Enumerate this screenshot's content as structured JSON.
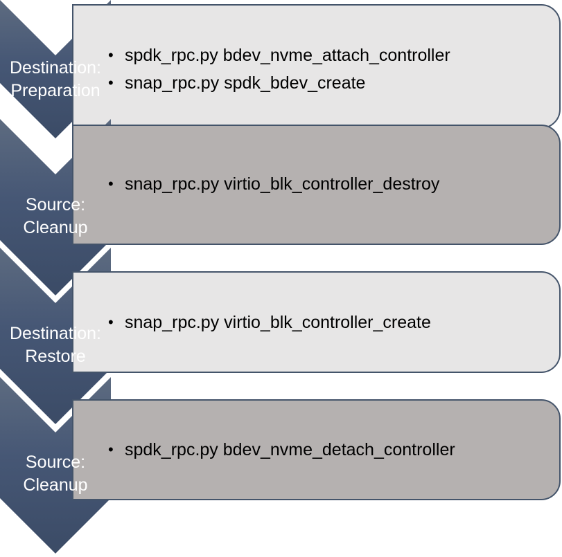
{
  "colors": {
    "chevron_top": "#5d6b80",
    "chevron_bottom": "#3b4b66",
    "box_border": "#44546a",
    "box_light": "#e7e6e6",
    "box_dark": "#b5b1b0",
    "label_text": "#ffffff"
  },
  "steps": [
    {
      "label_line1": "Destination:",
      "label_line2": "Preparation",
      "style": "light",
      "commands": [
        "spdk_rpc.py bdev_nvme_attach_controller",
        "snap_rpc.py spdk_bdev_create"
      ]
    },
    {
      "label_line1": "Source:",
      "label_line2": "Cleanup",
      "style": "dark",
      "commands": [
        "snap_rpc.py virtio_blk_controller_destroy"
      ]
    },
    {
      "label_line1": "Destination:",
      "label_line2": "Restore",
      "style": "light",
      "commands": [
        "snap_rpc.py virtio_blk_controller_create"
      ]
    },
    {
      "label_line1": "Source:",
      "label_line2": "Cleanup",
      "style": "dark",
      "commands": [
        "spdk_rpc.py bdev_nvme_detach_controller"
      ]
    }
  ],
  "bullet_glyph": "•"
}
